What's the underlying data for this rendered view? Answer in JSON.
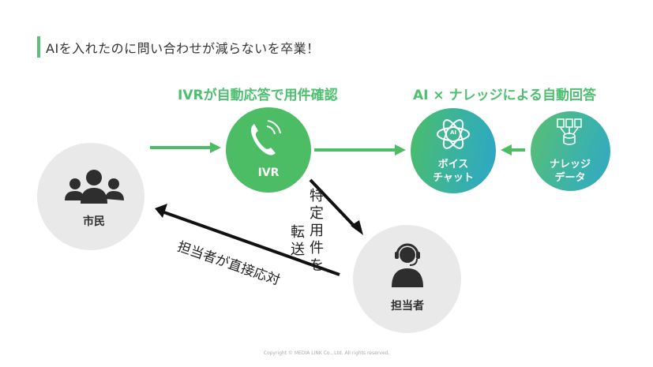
{
  "header": {
    "title": "AIを入れたのに問い合わせが減らないを卒業！"
  },
  "labels": {
    "ivr_heading": "IVRが自動応答で用件確認",
    "ai_heading": "AI × ナレッジによる自動回答"
  },
  "nodes": {
    "citizen": "市民",
    "ivr": "IVR",
    "voice_chat_line1": "ボイス",
    "voice_chat_line2": "チャット",
    "ai_badge": "AI",
    "knowledge_line1": "ナレッジ",
    "knowledge_line2": "データ",
    "agent": "担当者"
  },
  "edges": {
    "transfer_col1": "特定用件を",
    "transfer_col2": "転送",
    "agent_reply": "担当者が直接応対"
  },
  "footer": {
    "copyright": "Copyright © MEDIA LINK Co., Ltd. All rights reserved."
  },
  "colors": {
    "accent_green": "#4dbf6f",
    "circle_gray": "#e9e9e9",
    "gradient_blue": "#2ba6c8"
  }
}
